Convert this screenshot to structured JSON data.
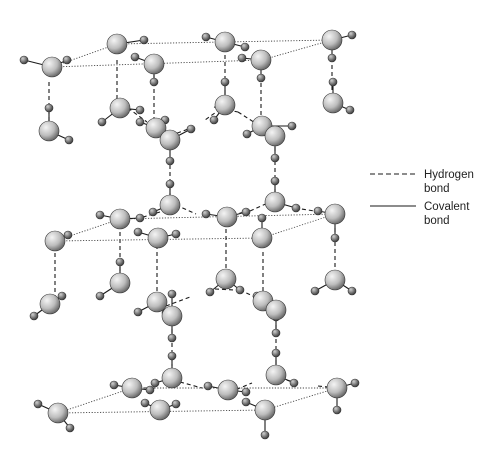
{
  "legend": {
    "hydrogen_bond": [
      "Hydrogen",
      "bond"
    ],
    "covalent_bond": [
      "Covalent",
      "bond"
    ]
  },
  "colors": {
    "atom_light": "#f2f2f2",
    "atom_dark": "#5c5c5c",
    "bond": "#1a1a1a",
    "cell_edge": "#444444"
  }
}
